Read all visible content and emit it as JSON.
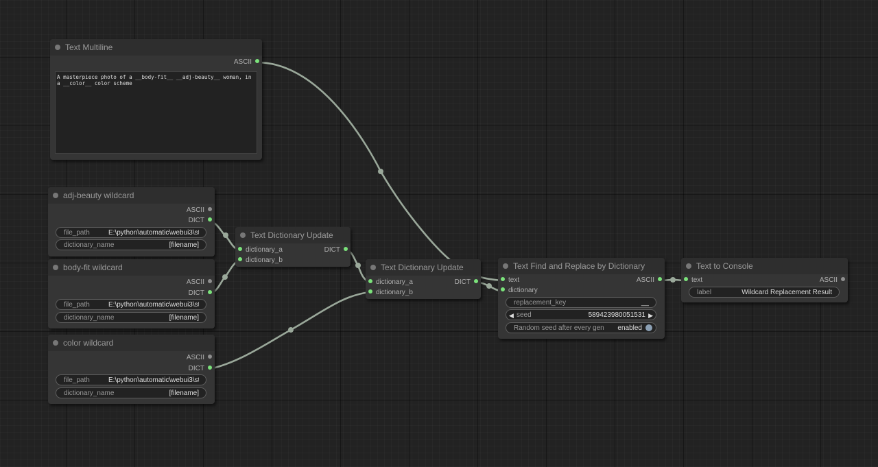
{
  "nodes": {
    "text_multiline": {
      "title": "Text Multiline",
      "output": "ASCII",
      "text": "A masterpiece photo of a __body-fit__ __adj-beauty__ woman, in a __color__ color scheme"
    },
    "adj_beauty": {
      "title": "adj-beauty wildcard",
      "outputs": [
        "ASCII",
        "DICT"
      ],
      "file_path_label": "file_path",
      "file_path_value": "E:\\python\\automatic\\webui3\\sta",
      "dictionary_name_label": "dictionary_name",
      "dictionary_name_value": "[filename]"
    },
    "body_fit": {
      "title": "body-fit wildcard",
      "outputs": [
        "ASCII",
        "DICT"
      ],
      "file_path_label": "file_path",
      "file_path_value": "E:\\python\\automatic\\webui3\\sta",
      "dictionary_name_label": "dictionary_name",
      "dictionary_name_value": "[filename]"
    },
    "color": {
      "title": "color wildcard",
      "outputs": [
        "ASCII",
        "DICT"
      ],
      "file_path_label": "file_path",
      "file_path_value": "E:\\python\\automatic\\webui3\\sta",
      "dictionary_name_label": "dictionary_name",
      "dictionary_name_value": "[filename]"
    },
    "dict_update_1": {
      "title": "Text Dictionary Update",
      "inputs": [
        "dictionary_a",
        "dictionary_b"
      ],
      "output": "DICT"
    },
    "dict_update_2": {
      "title": "Text Dictionary Update",
      "inputs": [
        "dictionary_a",
        "dictionary_b"
      ],
      "output": "DICT"
    },
    "find_replace": {
      "title": "Text Find and Replace by Dictionary",
      "inputs": [
        "text",
        "dictionary"
      ],
      "output": "ASCII",
      "replacement_key_label": "replacement_key",
      "replacement_key_value": "__",
      "seed_label": "seed",
      "seed_value": "589423980051531",
      "random_seed_label": "Random seed after every gen",
      "random_seed_value": "enabled"
    },
    "to_console": {
      "title": "Text to Console",
      "input": "text",
      "output": "ASCII",
      "label_label": "label",
      "label_value": "Wildcard Replacement Result"
    }
  },
  "colors": {
    "link": "#9aa89a",
    "slot_connected": "#7be27b",
    "slot_unconnected": "#8f8f8f",
    "node_body": "#353535",
    "canvas": "#222222"
  }
}
